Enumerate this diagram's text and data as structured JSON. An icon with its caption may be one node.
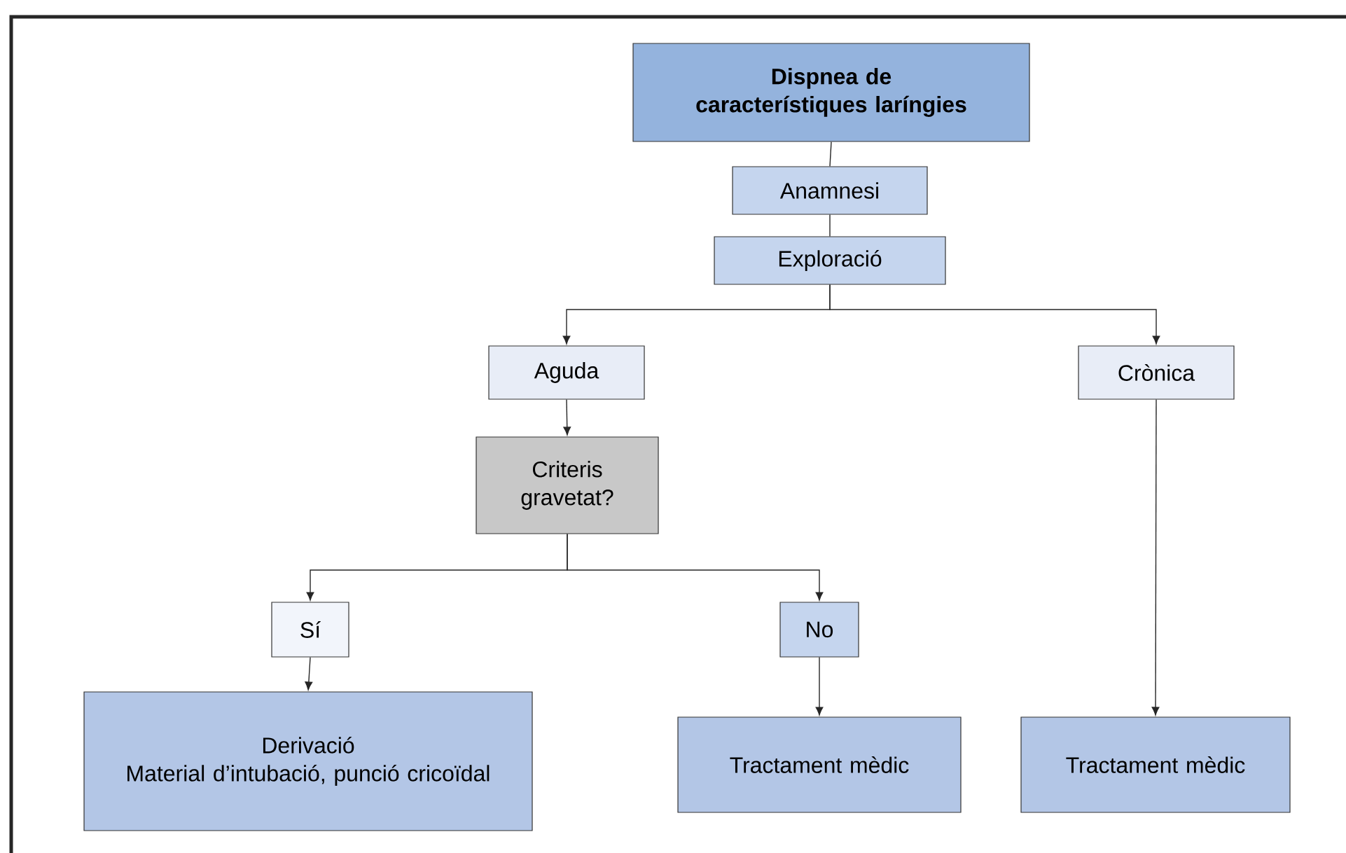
{
  "diagram": {
    "nodes": [
      {
        "text": [
          "Dispnea de característiques laríngies"
        ]
      },
      {
        "text": [
          "Anamnesi"
        ]
      },
      {
        "text": [
          "Exploració"
        ]
      },
      {
        "text": [
          "Aguda"
        ]
      },
      {
        "text": [
          "Crònica"
        ]
      },
      {
        "text": [
          "Criteris gravetat?"
        ]
      },
      {
        "text": [
          "Sí"
        ]
      },
      {
        "text": [
          "No"
        ]
      },
      {
        "text": [
          "Derivació",
          "Material d’intubació, punció cricoïdal"
        ]
      },
      {
        "text": [
          "Tractament mèdic"
        ]
      },
      {
        "text": [
          "Tractament mèdic"
        ]
      }
    ],
    "edges": [
      {
        "from": 0,
        "to": 1,
        "arrow": "none"
      },
      {
        "from": 1,
        "to": 2,
        "arrow": "none"
      },
      {
        "from": 2,
        "to": 3,
        "arrow": "to"
      },
      {
        "from": 2,
        "to": 4,
        "arrow": "to"
      },
      {
        "from": 3,
        "to": 5,
        "arrow": "to"
      },
      {
        "from": 5,
        "to": 6,
        "arrow": "to"
      },
      {
        "from": 5,
        "to": 7,
        "arrow": "to"
      },
      {
        "from": 6,
        "to": 8,
        "arrow": "to"
      },
      {
        "from": 7,
        "to": 9,
        "arrow": "to"
      },
      {
        "from": 4,
        "to": 10,
        "arrow": "to"
      }
    ]
  }
}
